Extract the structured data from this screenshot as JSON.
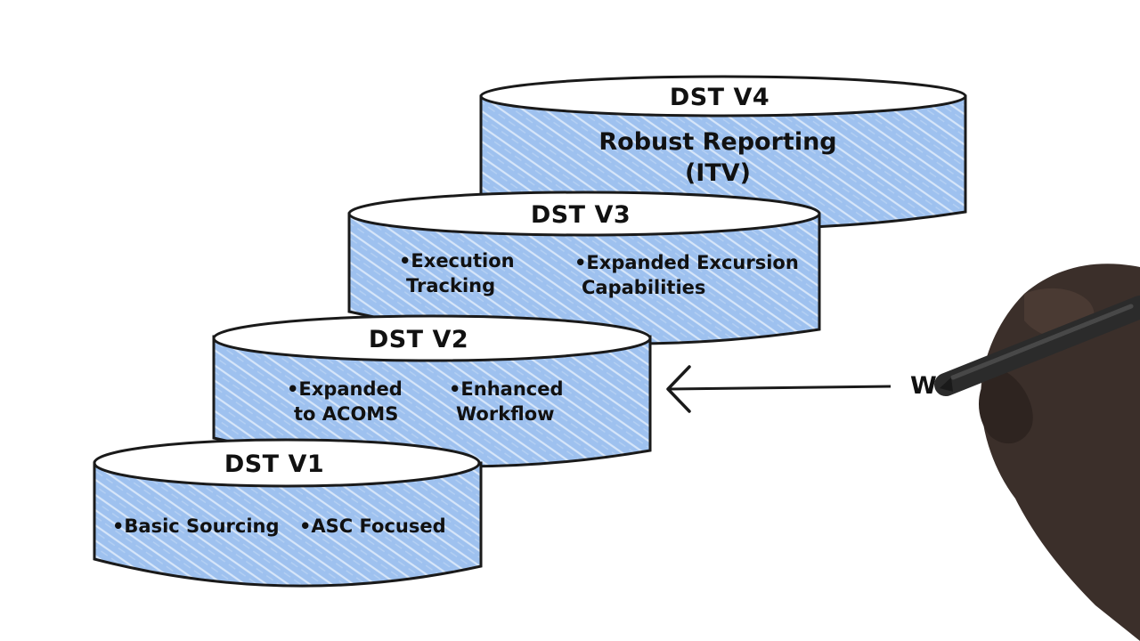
{
  "colors": {
    "background": "#ffffff",
    "fill": "#9ec1ef",
    "fill_light": "#c9dcf6",
    "outline": "#1a1a1a",
    "hand": "#3b2f2a",
    "marker": "#2b2b2b"
  },
  "diagram": {
    "tiers": [
      {
        "title": "DST V4",
        "lines": [
          "Robust Reporting",
          "(ITV)"
        ]
      },
      {
        "title": "DST V3",
        "items": [
          [
            "•Execution",
            "Tracking"
          ],
          [
            "•Expanded Excursion",
            "Capabilities"
          ]
        ]
      },
      {
        "title": "DST V2",
        "items": [
          [
            "•Expanded",
            "to ACOMS"
          ],
          [
            "•Enhanced",
            "Workflow"
          ]
        ]
      },
      {
        "title": "DST V1",
        "items": [
          [
            "•Basic Sourcing"
          ],
          [
            "•ASC Focused"
          ]
        ]
      }
    ],
    "pointer_text": "We",
    "icons": [
      "arrow-left-icon",
      "hand-with-marker-icon"
    ]
  }
}
